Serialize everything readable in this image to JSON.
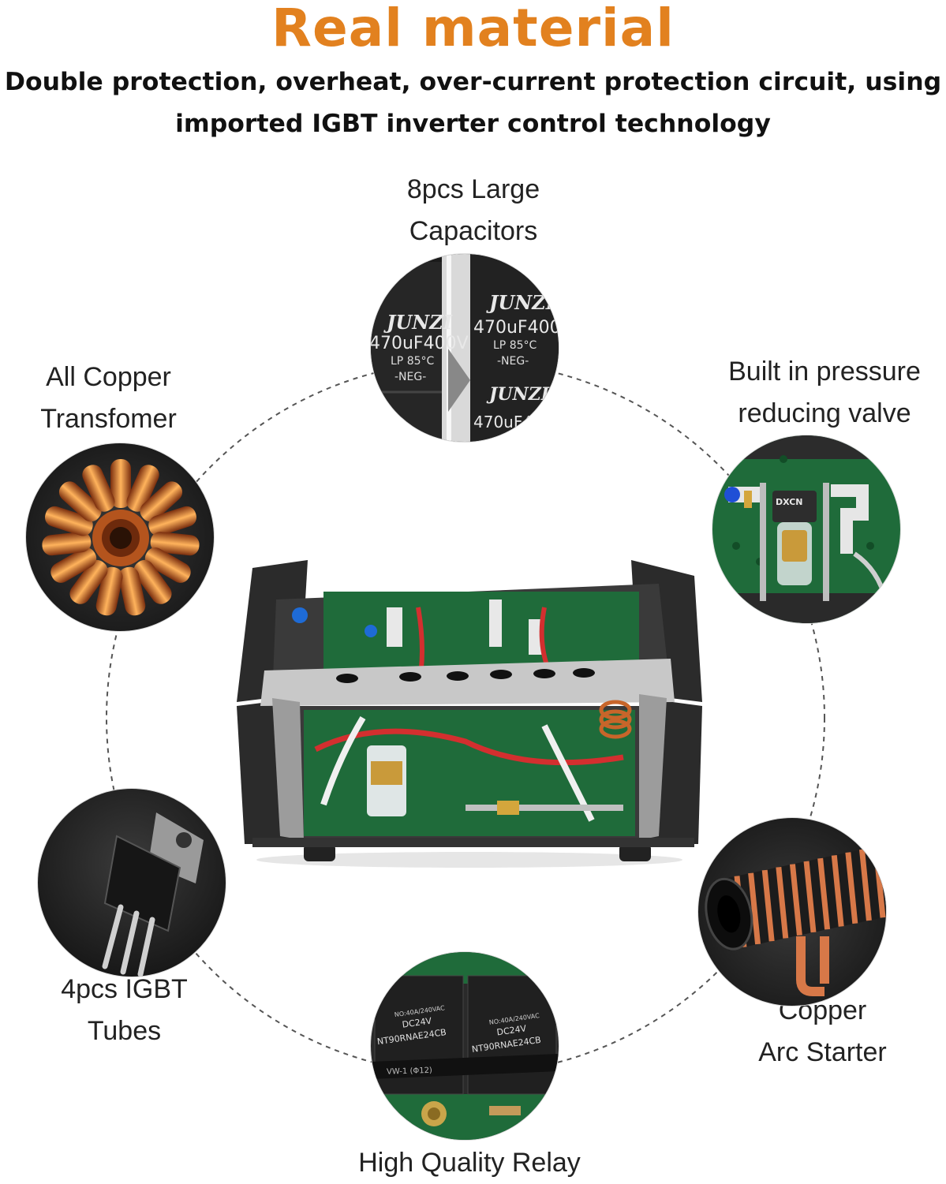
{
  "header": {
    "title": "Real material",
    "subtitle_line1": "Double protection, overheat, over-current protection circuit, using",
    "subtitle_line2": "imported IGBT inverter control technology"
  },
  "features": {
    "capacitors": {
      "line1": "8pcs Large",
      "line2": "Capacitors"
    },
    "transformer": {
      "line1": "All Copper",
      "line2": "Transfomer"
    },
    "valve": {
      "line1": "Built in pressure",
      "line2": "reducing valve"
    },
    "igbt": {
      "line1": "4pcs IGBT",
      "line2": "Tubes"
    },
    "arc": {
      "line1": "Copper",
      "line2": "Arc Starter"
    },
    "relay": {
      "line1": "High Quality Relay"
    }
  },
  "capacitor_print": {
    "brand": "JUNZI",
    "rating": "470uF400V",
    "spec": "LP 85°C",
    "neg": "-NEG-"
  },
  "relay_print": {
    "model": "NT90RNAE24CB",
    "voltage": "DC24V",
    "rating": "NO:40A/240VAC",
    "wire": "VW-1 (Φ12)"
  },
  "valve_print": {
    "brand": "DXCN"
  },
  "colors": {
    "title": "#e2811f",
    "pcb_green": "#1f6b3a",
    "copper": "#c8652a",
    "dash": "#555555"
  }
}
